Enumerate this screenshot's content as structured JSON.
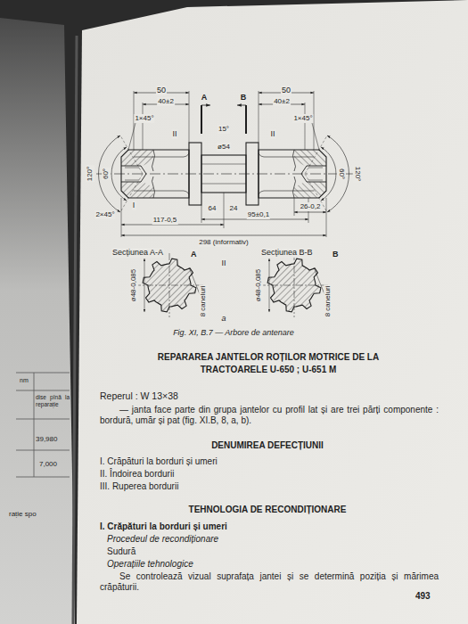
{
  "diagram": {
    "title": "REPARAREA JANTELOR ROȚILOR MOTRICE DE LA TRACTOARELE U-650 ; U-651 M",
    "caption": "Fig. XI, B.7 — Arbore de antenare",
    "labels": [
      "50",
      "40±2",
      "A",
      "B",
      "50",
      "40±2",
      "1×45°",
      "1×45°",
      "II",
      "II",
      "15°",
      "ø54",
      "120°",
      "60°",
      "120°",
      "60°",
      "I",
      "I",
      "2×45°",
      "64",
      "24",
      "117-0,5",
      "95±0,1",
      "26-0,2",
      "298 (informativ)",
      "Secțiunea A-A",
      "A",
      "Secțiunea B-B",
      "B",
      "II",
      "8 caneluri",
      "8 caneluri",
      "ø48-0,085",
      "ø48-0,085",
      "a",
      "Reperul : W 13×38",
      "— janta face parte din grupa jantelor cu profil lat și are trei părți componente : bordură, umăr și pat (fig. XI.B, 8, a, b).",
      "DENUMIREA DEFECȚIUNII",
      "I. Crăpături la borduri și umeri",
      "II. Îndoirea bordurii",
      "III. Ruperea bordurii",
      "TEHNOLOGIA DE RECONDIȚIONARE",
      "I. Crăpături la borduri și umeri",
      "Procedeul de recondiționare",
      "Sudură",
      "Operațiile tehnologice",
      "Se controlează vizual suprafața jantei și se determină poziția și mărimea crăpăturii.",
      "493",
      "nm",
      "dise pînă la reparație",
      "39,980",
      "7,000",
      "rație spo"
    ]
  }
}
